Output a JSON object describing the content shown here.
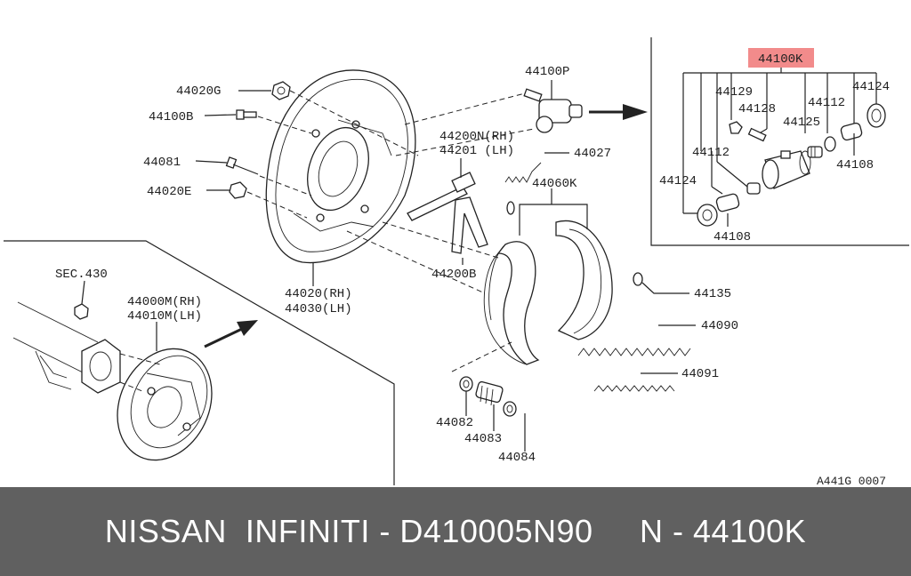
{
  "diagram": {
    "labels": {
      "p44020G": "44020G",
      "p44100B": "44100B",
      "p44081": "44081",
      "p44020E": "44020E",
      "p44100P": "44100P",
      "p44200N": "44200N(RH)",
      "p44201": "44201  (LH)",
      "p44027": "44027",
      "p44060K": "44060K",
      "p44200B": "44200B",
      "p44020RH": "44020(RH)",
      "p44030LH": "44030(LH)",
      "sec430": "SEC.430",
      "p44000M": "44000M(RH)",
      "p44010M": "44010M(LH)",
      "p44135": "44135",
      "p44090": "44090",
      "p44091": "44091",
      "p44082": "44082",
      "p44083": "44083",
      "p44084": "44084",
      "k44100K": "44100K",
      "k44129": "44129",
      "k44128": "44128",
      "k44112a": "44112",
      "k44125": "44125",
      "k44124a": "44124",
      "k44112b": "44112",
      "k44124b": "44124",
      "k44108a": "44108",
      "k44108b": "44108",
      "ref": "A441G 0007"
    },
    "highlight_color": "#f28b8b"
  },
  "footer": {
    "text": "NISSAN  INFINITI - D410005N90     N - 44100K",
    "bg_color": "#606060"
  }
}
